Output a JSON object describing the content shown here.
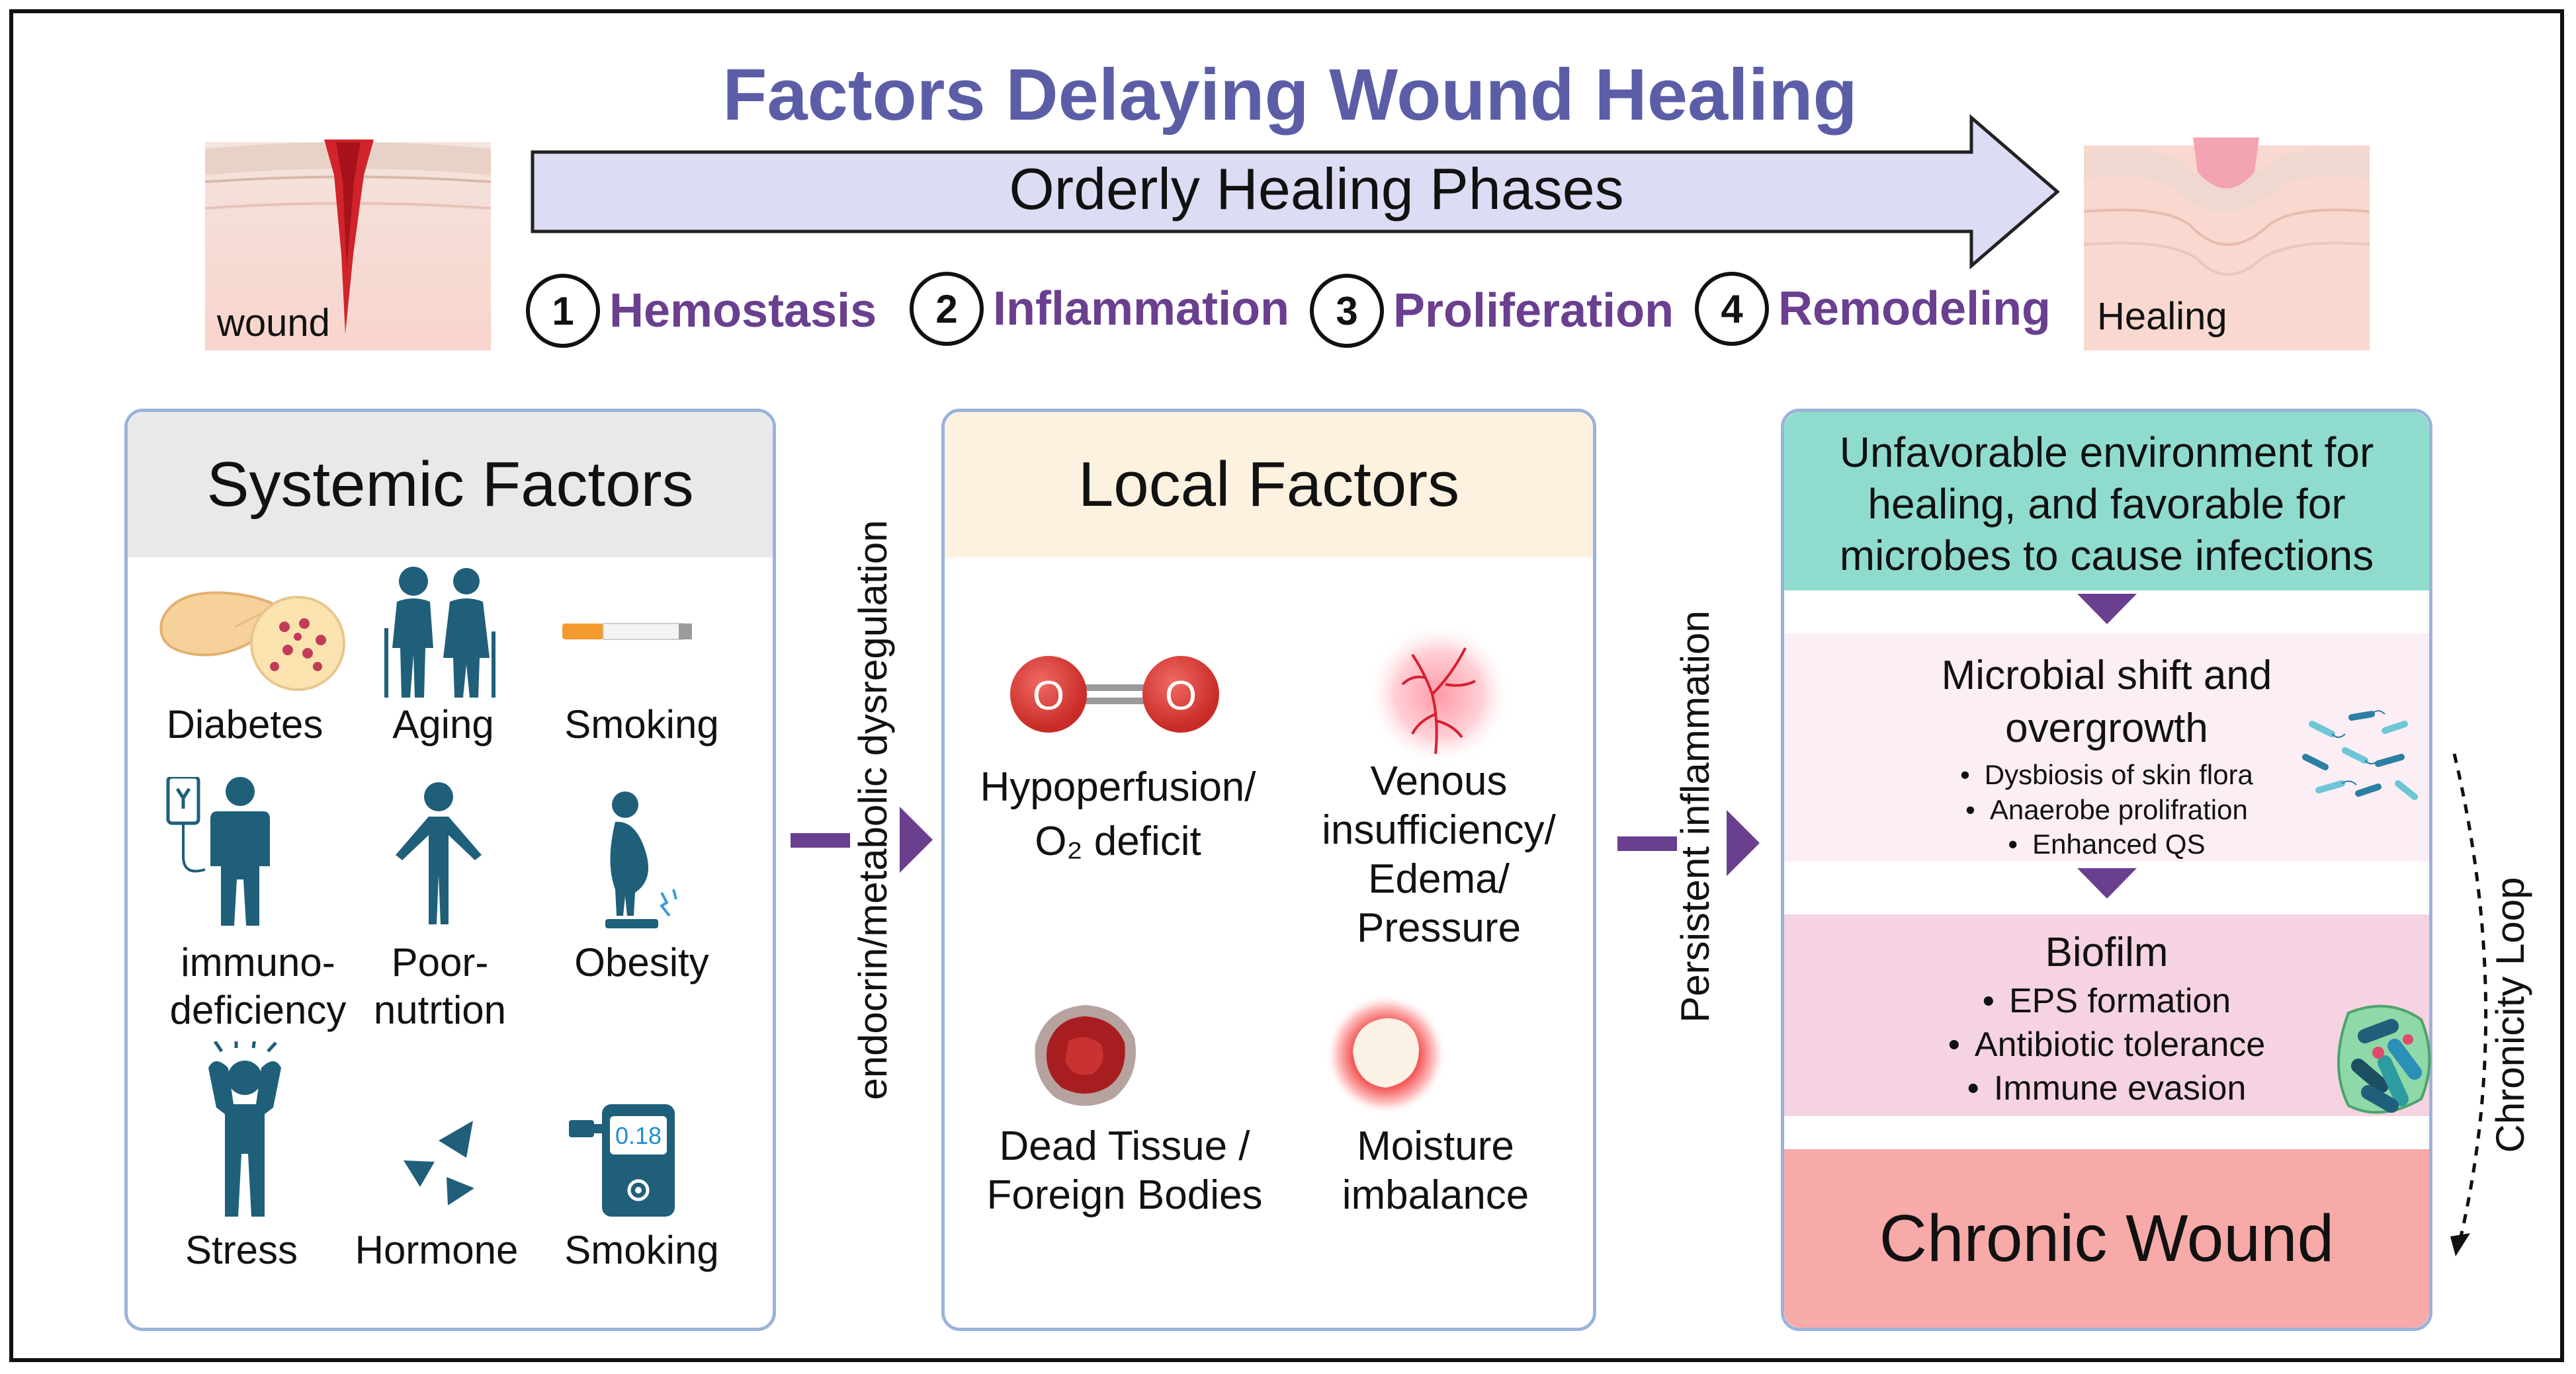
{
  "header": {
    "title": "Factors Delaying Wound Healing",
    "phase_arrow_label": "Orderly Healing Phases",
    "wound_label": "wound",
    "healing_label": "Healing",
    "steps": [
      {
        "num": "1",
        "label": "Hemostasis"
      },
      {
        "num": "2",
        "label": "Inflammation"
      },
      {
        "num": "3",
        "label": "Proliferation"
      },
      {
        "num": "4",
        "label": "Remodeling"
      }
    ]
  },
  "systemic": {
    "title": "Systemic Factors",
    "items": [
      {
        "label": "Diabetes",
        "icon": "pancreas-icon"
      },
      {
        "label": "Aging",
        "icon": "elderly-couple-icon"
      },
      {
        "label": "Smoking",
        "icon": "cigarette-icon"
      },
      {
        "label": "immuno-\ndeficiency",
        "icon": "patient-iv-icon"
      },
      {
        "label": "Poor-\nnutrtion",
        "icon": "thin-person-icon"
      },
      {
        "label": "Obesity",
        "icon": "obese-person-icon"
      },
      {
        "label": "Stress",
        "icon": "stressed-person-icon"
      },
      {
        "label": "Hormone",
        "icon": "hormone-triangles-icon"
      },
      {
        "label": "Smoking",
        "icon": "breathalyzer-icon",
        "display": "0.18"
      }
    ]
  },
  "connector1": "endocrin/metabolic dysregulation",
  "local": {
    "title": "Local Factors",
    "items": [
      {
        "label": "Hypoperfusion/\nO₂ deficit",
        "icon": "oxygen-molecule-icon",
        "atom": "O"
      },
      {
        "label": "Venous\ninsufficiency/\nEdema/\nPressure",
        "icon": "vein-icon"
      },
      {
        "label": "Dead Tissue /\nForeign Bodies",
        "icon": "necrotic-tissue-icon"
      },
      {
        "label": "Moisture\nimbalance",
        "icon": "moist-wound-icon"
      }
    ]
  },
  "connector2": "Persistent inflammation",
  "cascade": {
    "environment": "Unfavorable environment for\nhealing, and  favorable for\nmicrobes to cause infections",
    "microbial_title": "Microbial shift and\novergrowth",
    "microbial_points": [
      "Dysbiosis of skin flora",
      "Anaerobe prolifration",
      "Enhanced QS"
    ],
    "biofilm_title": "Biofilm",
    "biofilm_points": [
      "EPS formation",
      "Antibiotic tolerance",
      "Immune evasion"
    ],
    "chronic": "Chronic Wound",
    "loop_label": "Chronicity Loop"
  },
  "colors": {
    "title": "#5b5ea6",
    "step_label": "#6a3f8f",
    "arrow_fill": "#dcdcf5",
    "connector": "#6a3f8f",
    "icon_teal": "#1f5f7a",
    "env_box": "#8fdccf",
    "microbial_box": "#fbeef4",
    "biofilm_box": "#f5d3e2",
    "chronic_box": "#f7aaa8",
    "systemic_head": "#e9e9e9",
    "local_head": "#fdf1df"
  }
}
